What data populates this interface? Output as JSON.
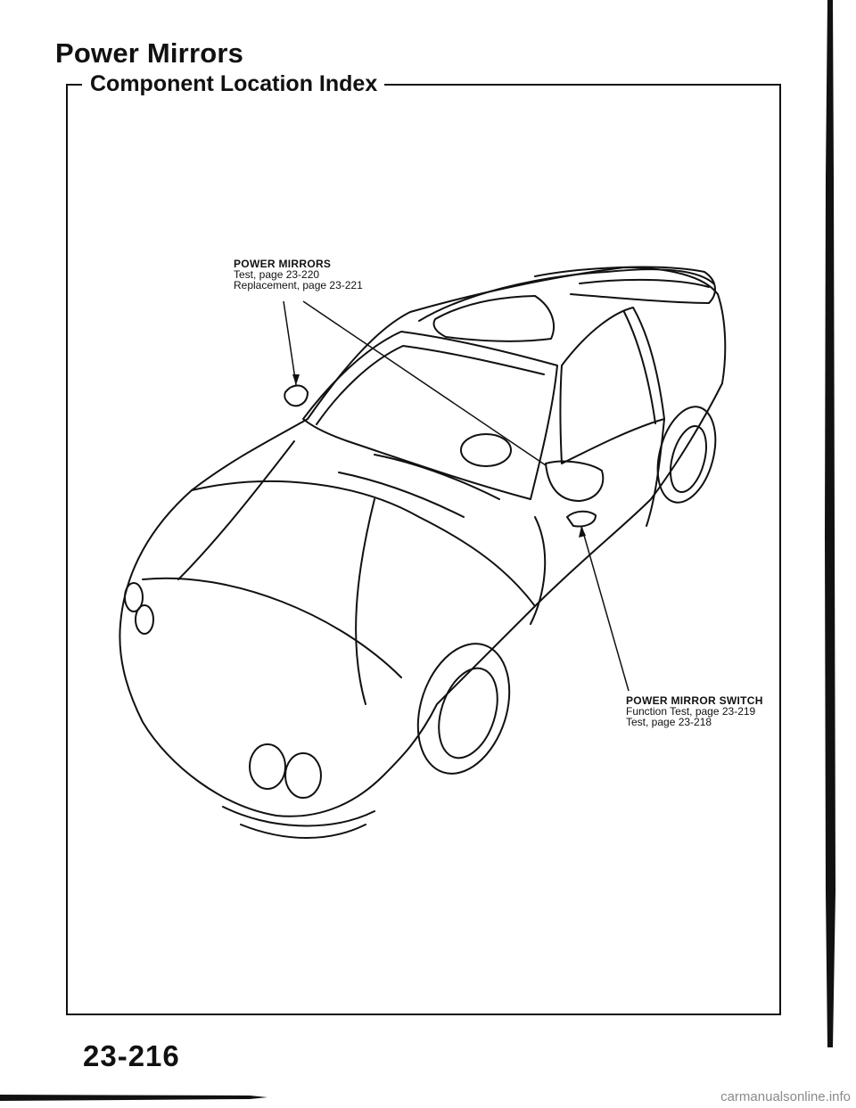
{
  "header": {
    "title": "Power Mirrors",
    "subtitle": "Component Location Index"
  },
  "callouts": {
    "power_mirrors": {
      "heading": "POWER MIRRORS",
      "line1": "Test, page 23-220",
      "line2": "Replacement, page 23-221"
    },
    "power_mirror_switch": {
      "heading": "POWER MIRROR SWITCH",
      "line1": "Function Test, page 23-219",
      "line2": "Test, page 23-218"
    }
  },
  "footer": {
    "page_number": "23-216",
    "watermark": "carmanualsonline.info"
  },
  "colors": {
    "ink": "#111111",
    "watermark": "#8a8a8a"
  }
}
